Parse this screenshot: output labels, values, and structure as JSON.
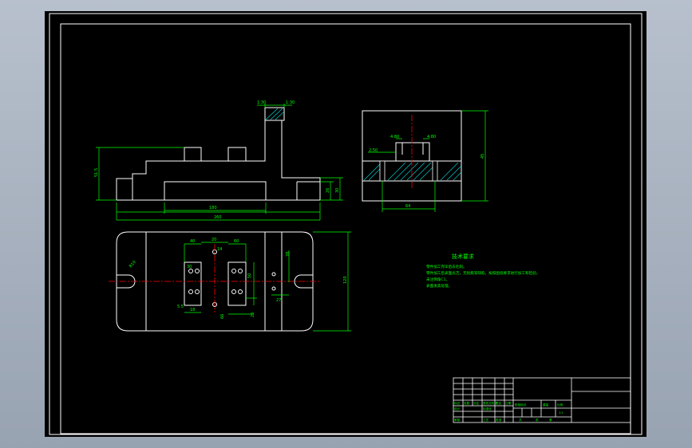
{
  "colors": {
    "background": "#000000",
    "frame": "#ffffff",
    "geometry": "#ffffff",
    "dimension": "#00ff00",
    "centerline": "#ff0000",
    "hatch": "#00c8c8",
    "text": "#00ff00",
    "window_chrome": "#a8b2bf"
  },
  "technical_requirements": {
    "title": "技术要求",
    "lines": [
      "零件加工完毕后去毛刺。",
      "零件加工后表面光洁，无划痕等缺陷，按照图纸要求进行加工和检验。",
      "未注倒角C1。",
      "表面发黑处理。"
    ]
  },
  "front_view": {
    "dim_top_left": "1:30",
    "dim_top_right": "1:30",
    "dim_left_height": "51.5",
    "dim_inner_width": "180",
    "dim_total_width": "260",
    "dim_right_small": "26",
    "dim_right_large": "30"
  },
  "side_view": {
    "dim_left_slot": "2:50",
    "dim_slot_left": "4:80",
    "dim_slot_right": "4:80",
    "dim_height": "45",
    "dim_bottom": "64"
  },
  "plan_view": {
    "dim_angle": "R10",
    "dim_a": "40",
    "dim_b": "20",
    "dim_c": "60",
    "dim_d": "14",
    "dim_e": "30",
    "dim_f": "5.5",
    "dim_g": "18",
    "dim_h": "66",
    "dim_i": "25",
    "dim_j": "27",
    "dim_k": "78",
    "dim_l": "50",
    "dim_m": "120"
  },
  "title_block": {
    "row_labels": [
      "标记",
      "处数",
      "分区",
      "更改文件号",
      "签名",
      "日期"
    ],
    "design": "设计",
    "standard": "标准化",
    "process": "工艺",
    "review": "审核",
    "approve": "批准",
    "stage_mark": "阶段标记",
    "weight": "重量",
    "scale": "比例",
    "scale_value": "1:1",
    "sheet_total": "共",
    "sheet": "张",
    "sheet_no": "第"
  }
}
